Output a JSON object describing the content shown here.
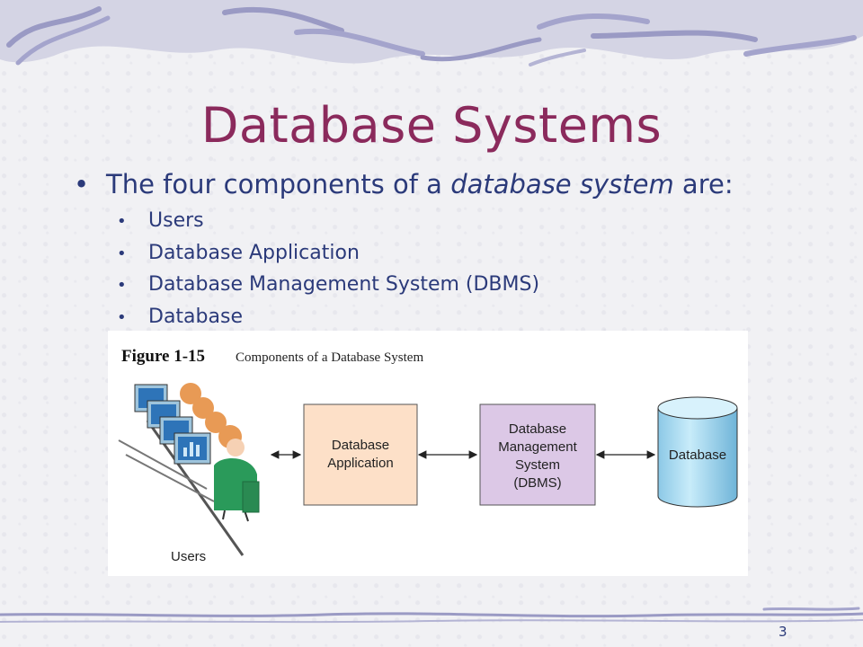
{
  "slide": {
    "title": "Database Systems",
    "intro_before": "The four components of a ",
    "intro_em": "database system",
    "intro_after": " are:",
    "bullets": [
      "Users",
      "Database Application",
      "Database Management System (DBMS)",
      "Database"
    ],
    "page_number": "3"
  },
  "figure": {
    "label": "Figure 1-15",
    "caption": "Components of a Database System",
    "users_label": "Users",
    "app_line1": "Database",
    "app_line2": "Application",
    "dbms_line1": "Database",
    "dbms_line2": "Management",
    "dbms_line3": "System",
    "dbms_line4": "(DBMS)",
    "db_label": "Database"
  },
  "colors": {
    "title": "#8b2a5c",
    "text": "#2b3a7a",
    "app_box": "#fde0c8",
    "dbms_box": "#dcc8e6",
    "database": "#a9d8f0"
  }
}
